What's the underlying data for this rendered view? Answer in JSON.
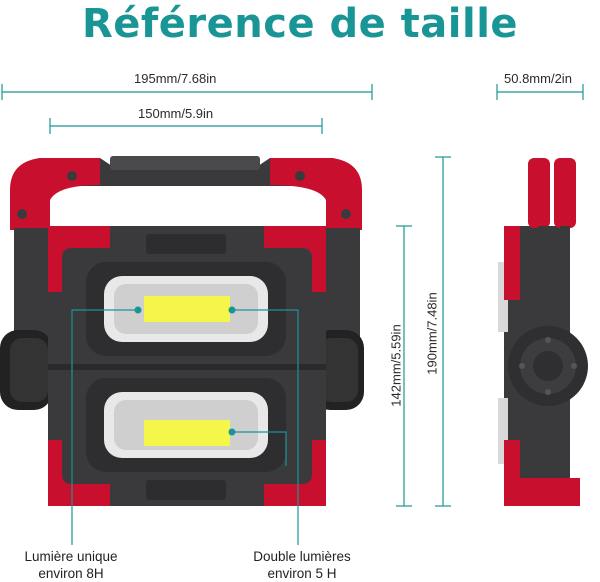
{
  "title": "Référence de taille",
  "dimensions": {
    "total_width": "195mm/7.68in",
    "inner_width": "150mm/5.9in",
    "depth": "50.8mm/2in",
    "panel_height": "142mm/5.59in",
    "total_height": "190mm/7.48in"
  },
  "captions": {
    "single_light_line1": "Lumière unique",
    "single_light_line2": "environ 8H",
    "double_light_line1": "Double lumières",
    "double_light_line2": "environ 5 H"
  },
  "colors": {
    "accent": "#1a9596",
    "housing_red": "#c8102e",
    "housing_dark": "#3a3a3c",
    "led_yellow": "#f4f74a"
  }
}
